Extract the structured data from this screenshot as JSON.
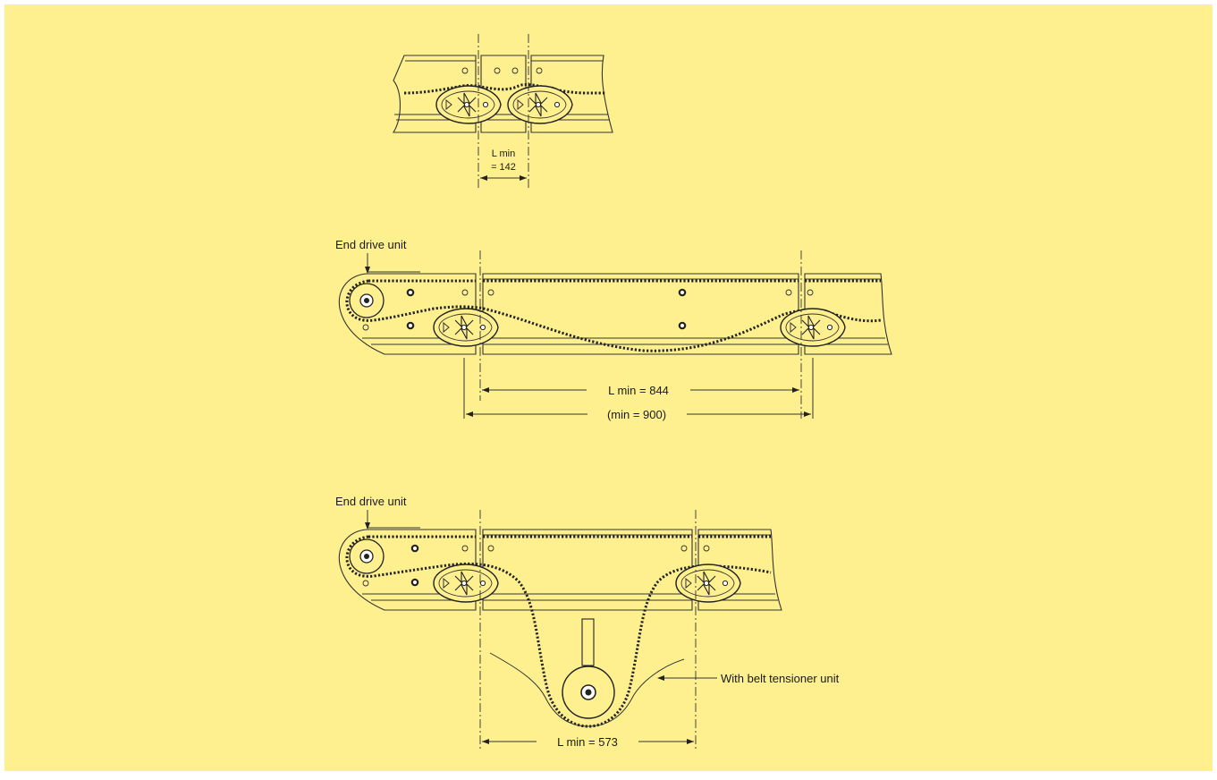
{
  "colors": {
    "background": "#fff08f",
    "border": "#ffffff",
    "line": "#333333"
  },
  "labels": {
    "lmin_142_line1": "L min",
    "lmin_142_line2": "= 142",
    "end_drive_unit_1": "End drive unit",
    "lmin_844": "L min = 844",
    "min_900": "(min = 900)",
    "end_drive_unit_2": "End drive unit",
    "belt_tensioner": "With belt tensioner unit",
    "lmin_573": "L min = 573"
  }
}
